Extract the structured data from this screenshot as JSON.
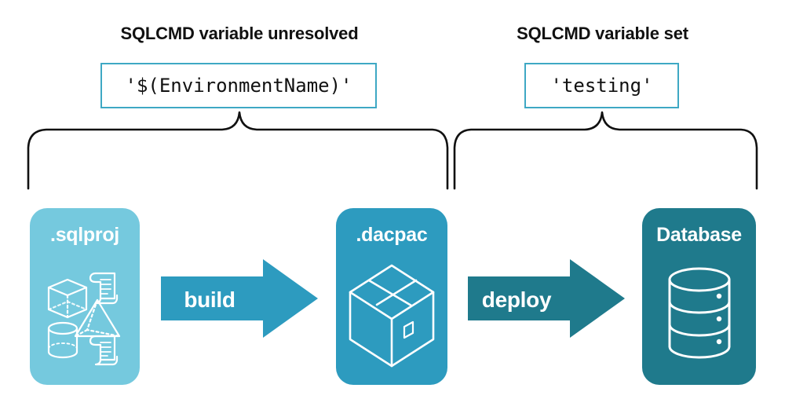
{
  "diagram": {
    "title_semantic": "sqlcmd-variable-resolution-build-deploy-flow",
    "background": "#FFFFFF"
  },
  "groups": [
    {
      "id": "left",
      "header": "SQLCMD variable unresolved",
      "code_value": "'$(EnvironmentName)'",
      "brace_covers": ".sqlproj → build → .dacpac"
    },
    {
      "id": "right",
      "header": "SQLCMD variable set",
      "code_value": "'testing'",
      "brace_covers": "deploy → Database"
    }
  ],
  "stages": [
    {
      "id": "sqlproj",
      "label": ".sqlproj",
      "color": "#75C9DE",
      "icons": [
        "cube-icon",
        "scroll-icon",
        "pyramid-icon",
        "cylinder-icon",
        "scroll-icon"
      ]
    },
    {
      "id": "dacpac",
      "label": ".dacpac",
      "color": "#2D9BBF",
      "icons": [
        "package-box-icon"
      ]
    },
    {
      "id": "database",
      "label": "Database",
      "color": "#1F7A8C",
      "icons": [
        "database-cylinder-icon"
      ]
    }
  ],
  "arrows": [
    {
      "id": "build",
      "label": "build",
      "color": "#2D9BBF"
    },
    {
      "id": "deploy",
      "label": "deploy",
      "color": "#1F7A8C"
    }
  ],
  "colors": {
    "code_box_border": "#3EA8C4",
    "brace_stroke": "#111111",
    "text_dark": "#111111",
    "text_light": "#FFFFFF"
  }
}
